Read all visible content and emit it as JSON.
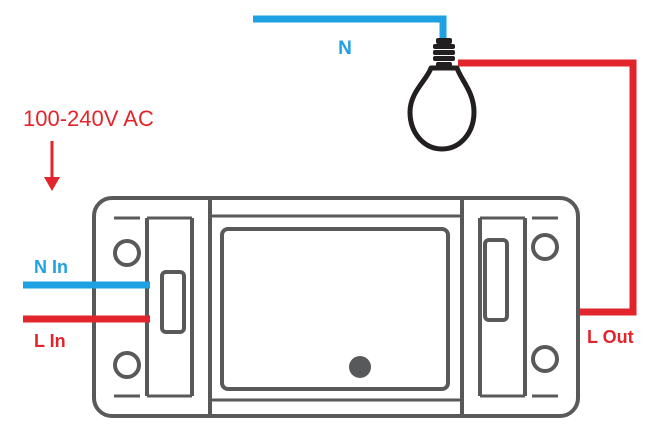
{
  "labels": {
    "voltage": "100-240V AC",
    "neutral_top": "N",
    "n_in": "N In",
    "l_in": "L In",
    "l_out": "L Out"
  },
  "colors": {
    "neutral_wire": "#1da1e2",
    "live_wire": "#e2252b",
    "device_outline": "#58595b",
    "background": "#ffffff"
  },
  "icons": [
    "lightbulb-icon",
    "down-arrow-icon",
    "screw-icon",
    "led-indicator-icon"
  ]
}
